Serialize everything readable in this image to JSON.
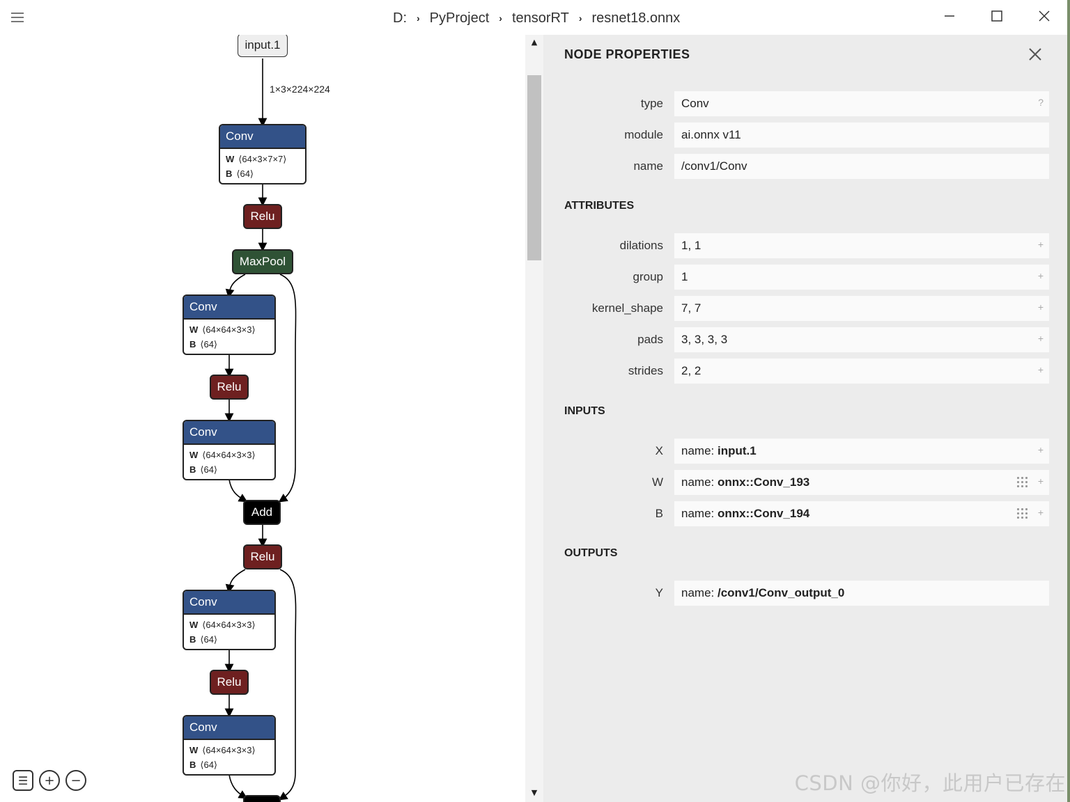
{
  "titlebar": {
    "breadcrumb": [
      "D:",
      "PyProject",
      "tensorRT",
      "resnet18.onnx"
    ],
    "minimize_icon": "minimize-icon",
    "maximize_icon": "maximize-icon",
    "close_icon": "close-icon"
  },
  "graph": {
    "input_label": "input.1",
    "input_shape": "1×3×224×224",
    "conv_label": "Conv",
    "relu_label": "Relu",
    "maxpool_label": "MaxPool",
    "add_label": "Add",
    "conv1": {
      "w_key": "W",
      "w_shape": "⟨64×3×7×7⟩",
      "b_key": "B",
      "b_shape": "⟨64⟩"
    },
    "conv_block": {
      "w_key": "W",
      "w_shape": "⟨64×64×3×3⟩",
      "b_key": "B",
      "b_shape": "⟨64⟩"
    }
  },
  "panel": {
    "title": "NODE PROPERTIES",
    "props": [
      {
        "label": "type",
        "value": "Conv",
        "action": "?"
      },
      {
        "label": "module",
        "value": "ai.onnx v11"
      },
      {
        "label": "name",
        "value": "/conv1/Conv"
      }
    ],
    "attributes_title": "ATTRIBUTES",
    "attributes": [
      {
        "label": "dilations",
        "value": "1, 1",
        "action": "+"
      },
      {
        "label": "group",
        "value": "1",
        "action": "+"
      },
      {
        "label": "kernel_shape",
        "value": "7, 7",
        "action": "+"
      },
      {
        "label": "pads",
        "value": "3, 3, 3, 3",
        "action": "+"
      },
      {
        "label": "strides",
        "value": "2, 2",
        "action": "+"
      }
    ],
    "inputs_title": "INPUTS",
    "inputs": [
      {
        "label": "X",
        "prefix": "name: ",
        "value": "input.1",
        "action": "+"
      },
      {
        "label": "W",
        "prefix": "name: ",
        "value": "onnx::Conv_193",
        "action": "+"
      },
      {
        "label": "B",
        "prefix": "name: ",
        "value": "onnx::Conv_194",
        "action": "+"
      }
    ],
    "outputs_title": "OUTPUTS",
    "outputs": [
      {
        "label": "Y",
        "prefix": "name: ",
        "value": "/conv1/Conv_output_0"
      }
    ]
  },
  "watermark": "CSDN @你好，此用户已存在",
  "colors": {
    "conv": "#335288",
    "relu": "#6e2020",
    "maxpool": "#2f5235",
    "add": "#000000",
    "panel_bg": "#ececec"
  }
}
